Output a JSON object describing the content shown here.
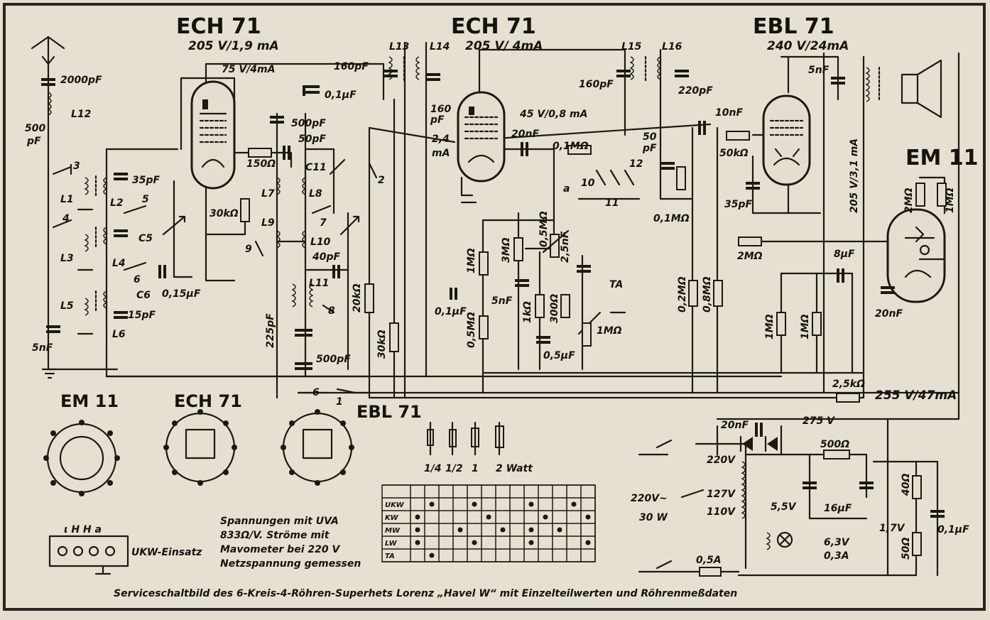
{
  "tubes": {
    "ech71_a": {
      "name": "ECH 71",
      "rating": "205 V/1,9 mA",
      "sub": "75 V/4mA"
    },
    "ech71_b": {
      "name": "ECH 71",
      "rating": "205 V/ 4mA",
      "sub": "45 V/0,8 mA"
    },
    "ebl71": {
      "name": "EBL 71",
      "rating": "240 V/24mA"
    },
    "em11": {
      "name": "EM 11"
    }
  },
  "labels": {
    "c2000": "2000pF",
    "l12": "L12",
    "c500_a": "500",
    "c500_b": "pF",
    "n3": "3",
    "n4": "4",
    "n5": "5",
    "n6": "6",
    "n7": "7",
    "n8": "8",
    "n9": "9",
    "n2": "2",
    "l1": "L1",
    "l2": "L2",
    "l3": "L3",
    "l4": "L4",
    "l5": "L5",
    "l6": "L6",
    "c5": "C5",
    "c6": "C6",
    "c35": "35pF",
    "c15": "15pF",
    "c5n": "5nF",
    "c015": "0,15µF",
    "r150": "150Ω",
    "r30k": "30kΩ",
    "c500pf": "500pF",
    "c50pf": "50pF",
    "c11": "C11",
    "l7": "L7",
    "l8": "L8",
    "l9": "L9",
    "l10": "L10",
    "c40": "40pF",
    "l11": "L11",
    "c225": "225pF",
    "c500pf2": "500pF",
    "c160_a": "160pF",
    "c01": "0,1µF",
    "r20k": "20kΩ",
    "r30k2": "30kΩ",
    "l13": "L13",
    "l14": "L14",
    "c160_b": "160",
    "c160_b2": "pF",
    "i24": "2,4",
    "i24u": "mA",
    "c20n": "20nF",
    "r01m": "0,1MΩ",
    "a": "a",
    "n10": "10",
    "n11": "11",
    "n12": "12",
    "r05m": "0,5MΩ",
    "c25n": "2,5nF",
    "r1m": "1MΩ",
    "r3m": "3MΩ",
    "c5nf2": "5nF",
    "c01b": "0,1µF",
    "r05m2": "0,5MΩ",
    "r1k": "1kΩ",
    "r300": "300Ω",
    "r1m2": "1MΩ",
    "c05": "0,5µF",
    "ta": "TA",
    "l15": "L15",
    "l16": "L16",
    "c160_c": "160pF",
    "c220": "220pF",
    "c10n": "10nF",
    "c50": "50",
    "c50b": "pF",
    "r01m2": "0,1MΩ",
    "r50k": "50kΩ",
    "c35pf2": "35pF",
    "r2m": "2MΩ",
    "r02m": "0,2MΩ",
    "r08m": "0,8MΩ",
    "c5nf3": "5nF",
    "v205": "205 V/3,1 mA",
    "r2m2": "2MΩ",
    "r1m3": "1MΩ",
    "c8": "8µF",
    "c20nf2": "20nF",
    "r1m4": "1MΩ",
    "r1m5": "1MΩ",
    "r25k": "2,5kΩ",
    "v255": "255 V/47mA",
    "n6b": "6",
    "n1": "1",
    "v275": "275 V",
    "r500": "500Ω",
    "c20nf3": "20nF",
    "v220": "220V",
    "v220in": "220V~",
    "w30": "30 W",
    "v127": "127V",
    "v110": "110V",
    "v55": "5,5V",
    "c16": "16µF",
    "v63": "6,3V",
    "a03": "0,3A",
    "f05": "0,5A",
    "v17": "1,7V",
    "r40": "40Ω",
    "r50": "50Ω",
    "c01c": "0,1µF",
    "p1": "1/4",
    "p2": "1/2",
    "p3": "1",
    "p4": "2 Watt",
    "ebl71_s": "EBL 71",
    "ech71_s": "ECH 71",
    "em11_s": "EM 11",
    "socket": "ι H H a",
    "ukw": "UKW-Einsatz",
    "note1": "Spannungen mit UVA",
    "note2": "833Ω/V. Ströme mit",
    "note3": "Mavometer bei 220 V",
    "note4": "Netzspannung gemessen"
  },
  "caption": "Serviceschaltbild des 6-Kreis-4-Röhren-Superhets Lorenz „Havel W“ mit Einzelteilwerten und Röhrenmeßdaten",
  "table": {
    "rows": [
      "UKW",
      "KW",
      "MW",
      "LW",
      "TA"
    ],
    "cols": 13,
    "marks": [
      [
        0,
        1,
        0,
        0,
        1,
        0,
        0,
        0,
        1,
        0,
        0,
        1,
        0
      ],
      [
        1,
        0,
        0,
        0,
        0,
        1,
        0,
        0,
        0,
        1,
        0,
        0,
        1
      ],
      [
        1,
        0,
        0,
        1,
        0,
        0,
        1,
        0,
        1,
        0,
        1,
        0,
        0
      ],
      [
        1,
        0,
        0,
        0,
        1,
        0,
        0,
        0,
        1,
        0,
        0,
        0,
        1
      ],
      [
        0,
        1,
        0,
        0,
        0,
        0,
        0,
        0,
        0,
        0,
        0,
        0,
        0
      ]
    ]
  }
}
